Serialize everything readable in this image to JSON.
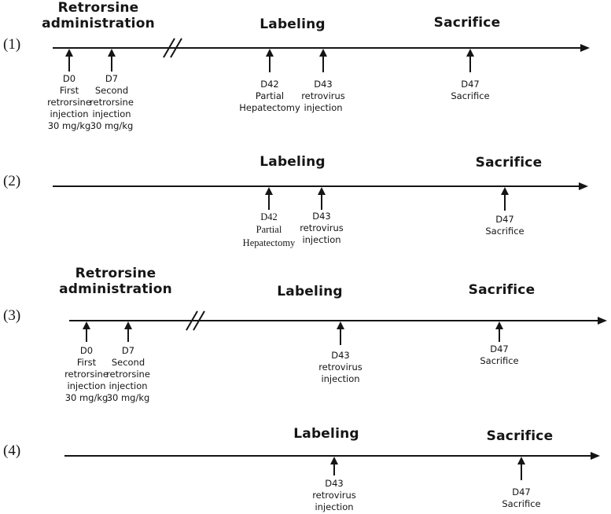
{
  "figure": {
    "background": "#ffffff",
    "ink_color": "#151515",
    "timelines": [
      {
        "row_label": "(1)",
        "phases": [
          {
            "label": "Retrorsine\nadministration"
          },
          {
            "label": "Labeling"
          },
          {
            "label": "Sacrifice"
          }
        ],
        "axis_break": true,
        "events": [
          {
            "day": "D0",
            "description": "First\nretrorsine\ninjection\n30 mg/kg"
          },
          {
            "day": "D7",
            "description": "Second\nretrorsine\ninjection\n30 mg/kg"
          },
          {
            "day": "D42",
            "description": "Partial\nHepatectomy"
          },
          {
            "day": "D43",
            "description": "retrovirus\ninjection"
          },
          {
            "day": "D47",
            "description": "Sacrifice"
          }
        ]
      },
      {
        "row_label": "(2)",
        "phases": [
          {
            "label": "Labeling"
          },
          {
            "label": "Sacrifice"
          }
        ],
        "axis_break": false,
        "events": [
          {
            "day": "D42",
            "description": "Partial\nHepatectomy"
          },
          {
            "day": "D43",
            "description": "retrovirus\ninjection"
          },
          {
            "day": "D47",
            "description": "Sacrifice"
          }
        ]
      },
      {
        "row_label": "(3)",
        "phases": [
          {
            "label": "Retrorsine\nadministration"
          },
          {
            "label": "Labeling"
          },
          {
            "label": "Sacrifice"
          }
        ],
        "axis_break": true,
        "events": [
          {
            "day": "D0",
            "description": "First\nretrorsine\ninjection\n30 mg/kg"
          },
          {
            "day": "D7",
            "description": "Second\nretrorsine\ninjection\n30 mg/kg"
          },
          {
            "day": "D43",
            "description": "retrovirus\ninjection"
          },
          {
            "day": "D47",
            "description": "Sacrifice"
          }
        ]
      },
      {
        "row_label": "(4)",
        "phases": [
          {
            "label": "Labeling"
          },
          {
            "label": "Sacrifice"
          }
        ],
        "axis_break": false,
        "events": [
          {
            "day": "D43",
            "description": "retrovirus\ninjection"
          },
          {
            "day": "D47",
            "description": "Sacrifice"
          }
        ]
      }
    ]
  }
}
